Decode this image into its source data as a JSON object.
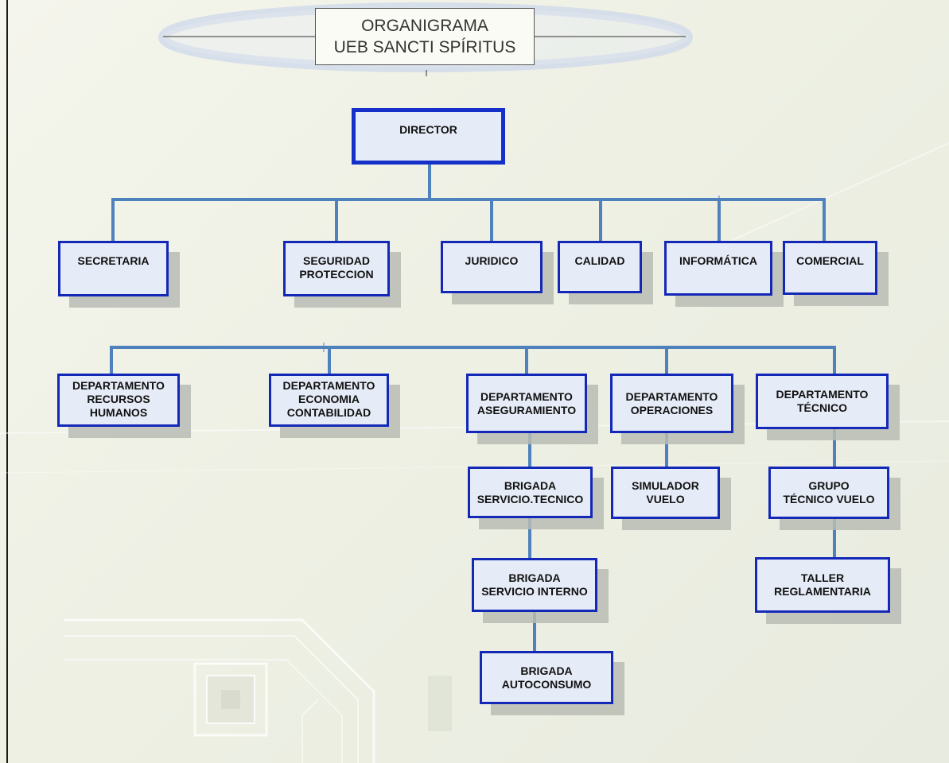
{
  "title": {
    "line1": "ORGANIGRAMA",
    "line2": "UEB SANCTI SPÍRITUS"
  },
  "director": {
    "lines": [
      "DIRECTOR"
    ]
  },
  "staff": [
    {
      "lines": [
        "SECRETARIA"
      ]
    },
    {
      "lines": [
        "SEGURIDAD",
        "PROTECCION"
      ]
    },
    {
      "lines": [
        "JURIDICO"
      ]
    },
    {
      "lines": [
        "CALIDAD"
      ]
    },
    {
      "lines": [
        "INFORMÁTICA"
      ]
    },
    {
      "lines": [
        "COMERCIAL"
      ]
    }
  ],
  "departments": [
    {
      "lines": [
        "DEPARTAMENTO",
        "RECURSOS",
        "HUMANOS"
      ]
    },
    {
      "lines": [
        "DEPARTAMENTO",
        "ECONOMIA",
        "CONTABILIDAD"
      ]
    },
    {
      "lines": [
        "DEPARTAMENTO",
        "ASEGURAMIENTO"
      ]
    },
    {
      "lines": [
        "DEPARTAMENTO",
        "OPERACIONES"
      ]
    },
    {
      "lines": [
        "DEPARTAMENTO",
        "TÉCNICO"
      ]
    }
  ],
  "aseguramiento_units": [
    {
      "lines": [
        "BRIGADA",
        "SERVICIO.TECNICO"
      ]
    },
    {
      "lines": [
        "BRIGADA",
        "SERVICIO INTERNO"
      ]
    },
    {
      "lines": [
        "BRIGADA",
        "AUTOCONSUMO"
      ]
    }
  ],
  "operaciones_units": [
    {
      "lines": [
        "SIMULADOR",
        "VUELO"
      ]
    }
  ],
  "tecnico_units": [
    {
      "lines": [
        "GRUPO",
        "TÉCNICO VUELO"
      ]
    },
    {
      "lines": [
        "TALLER",
        "REGLAMENTARIA"
      ]
    }
  ],
  "colors": {
    "box_border": "#1428b8",
    "box_fill": "#e6ecf7",
    "connector": "#4f81bd",
    "shadow": "#b9bcb4"
  }
}
